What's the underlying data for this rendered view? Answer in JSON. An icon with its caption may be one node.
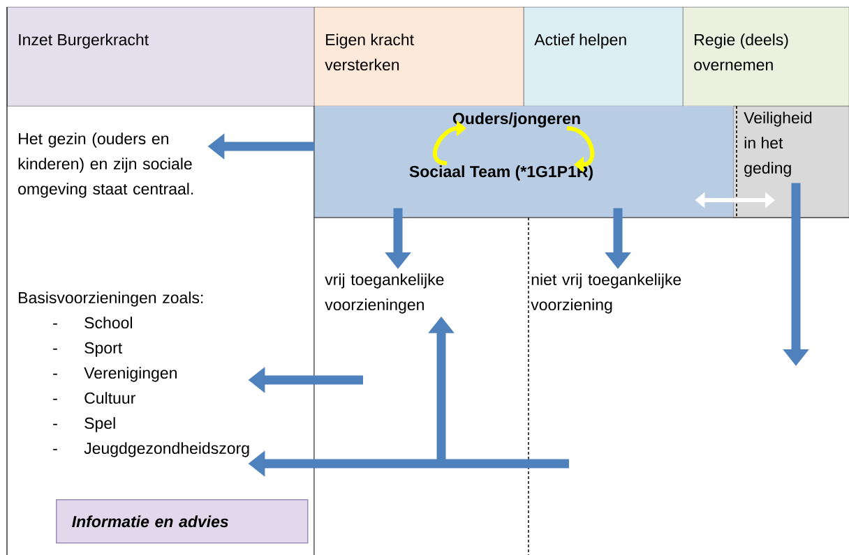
{
  "diagram": {
    "nodes": [
      {
        "text": [
          "Inzet Burgerkracht"
        ]
      },
      {
        "text": [
          "Eigen kracht versterken"
        ]
      },
      {
        "text": [
          "Actief helpen"
        ]
      },
      {
        "text": [
          "Regie (deels) overnemen"
        ]
      },
      {
        "text": [
          "Het gezin (ouders en kinderen) en zijn sociale omgeving staat centraal."
        ]
      },
      {
        "text": [
          "Basisvoorzieningen zoals:",
          "School",
          "Sport",
          "Verenigingen",
          "Cultuur",
          "Spel",
          "Jeugdgezondheidszorg"
        ]
      },
      {
        "text": [],
        "shape": "box"
      },
      {
        "text": [
          "Ouders/jongeren"
        ],
        "in": 6
      },
      {
        "text": [
          "Sociaal Team (*1G1P1R)"
        ],
        "in": 6
      },
      {
        "text": [
          "Veiligheid in het geding"
        ]
      },
      {
        "text": [
          "vrij toegankelijke voorzieningen"
        ]
      },
      {
        "text": [
          "niet vrij toegankelijke voorziening"
        ]
      },
      {
        "text": [
          "Informatie en advies"
        ]
      }
    ],
    "edges": [
      {
        "from": 6,
        "to": 4,
        "arrow": "to"
      },
      {
        "from": 6,
        "to": 10,
        "arrow": "to"
      },
      {
        "from": 6,
        "to": 11,
        "arrow": "to"
      },
      {
        "from": 6,
        "to": 9,
        "arrow": "both",
        "color": "#ffffff"
      },
      {
        "from": 9,
        "to": null,
        "arrow": "to"
      },
      {
        "from": null,
        "to": 5,
        "arrow": "to"
      },
      {
        "from": null,
        "to": 10,
        "arrow": "to"
      },
      {
        "from": null,
        "to": 5,
        "arrow": "to"
      },
      {
        "from": 8,
        "to": 7,
        "arrow": "to",
        "color": "#ffff00"
      },
      {
        "from": 7,
        "to": 8,
        "arrow": "to",
        "color": "#ffff00"
      }
    ],
    "labels": [
      "-",
      "-",
      "-",
      "-",
      "-",
      "-"
    ]
  }
}
